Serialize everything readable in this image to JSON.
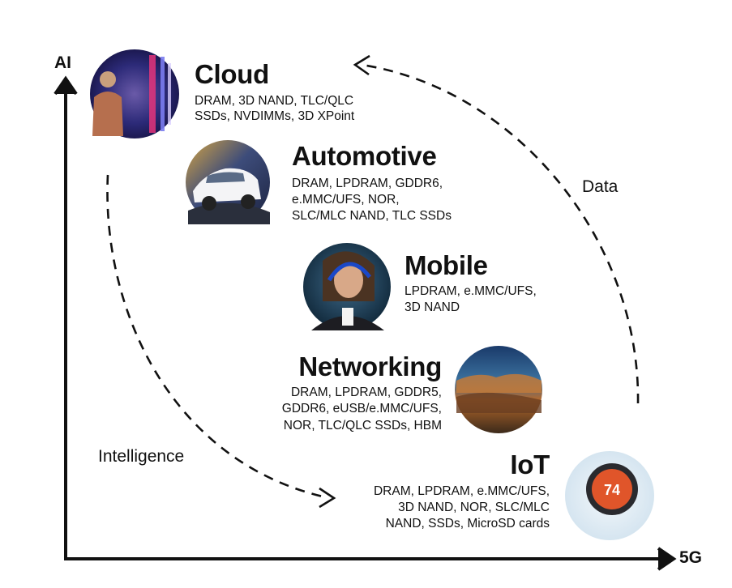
{
  "axes": {
    "y_label": "AI",
    "x_label": "5G"
  },
  "flows": {
    "left_label": "Intelligence",
    "right_label": "Data"
  },
  "segments": [
    {
      "title": "Cloud",
      "desc": [
        "DRAM, 3D NAND, TLC/QLC",
        "SSDs, NVDIMMs, 3D XPoint"
      ],
      "icon": "data-center-photo"
    },
    {
      "title": "Automotive",
      "desc": [
        "DRAM, LPDRAM, GDDR6,",
        "e.MMC/UFS, NOR,",
        "SLC/MLC NAND, TLC SSDs"
      ],
      "icon": "car-photo"
    },
    {
      "title": "Mobile",
      "desc": [
        "LPDRAM, e.MMC/UFS,",
        "3D NAND"
      ],
      "icon": "headphones-person-photo"
    },
    {
      "title": "Networking",
      "desc": [
        "DRAM, LPDRAM, GDDR5,",
        "GDDR6, eUSB/e.MMC/UFS,",
        "NOR, TLC/QLC SSDs, HBM"
      ],
      "icon": "network-landscape-photo"
    },
    {
      "title": "IoT",
      "desc": [
        "DRAM, LPDRAM, e.MMC/UFS,",
        "3D NAND, NOR, SLC/MLC",
        "NAND, SSDs, MicroSD cards"
      ],
      "icon": "thermostat-photo"
    }
  ]
}
